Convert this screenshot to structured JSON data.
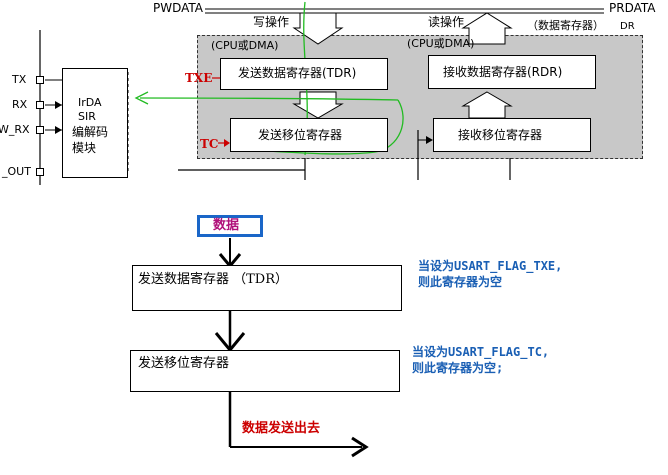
{
  "top_diagram": {
    "pwdata": "PWDATA",
    "prdata": "PRDATA",
    "write_op": "写操作",
    "read_op": "读操作",
    "data_reg_label": "（数据寄存器）",
    "dr": "DR",
    "cpu_dma_left": "(CPU或DMA)",
    "cpu_dma_right": "(CPU或DMA)",
    "tdr": "发送数据寄存器(TDR)",
    "rdr": "接收数据寄存器(RDR)",
    "tx_shift": "发送移位寄存器",
    "rx_shift": "接收移位寄存器",
    "txe": "TXE",
    "tc": "TC",
    "pin_tx": "TX",
    "pin_rx": "RX",
    "pin_irda_rx": "W_RX",
    "pin_out": "_OUT",
    "irda_line1": "IrDA",
    "irda_line2": "SIR",
    "irda_line3": "编解码",
    "irda_line4": "模块"
  },
  "flow": {
    "data_label": "数据",
    "tdr_box": "发送数据寄存器 （TDR）",
    "shift_box": "发送移位寄存器",
    "out_label": "数据发送出去",
    "note_txe_line1": "当设为USART_FLAG_TXE,",
    "note_txe_line2": "则此寄存器为空",
    "note_tc_line1": "当设为USART_FLAG_TC,",
    "note_tc_line2": "则此寄存器为空;"
  }
}
